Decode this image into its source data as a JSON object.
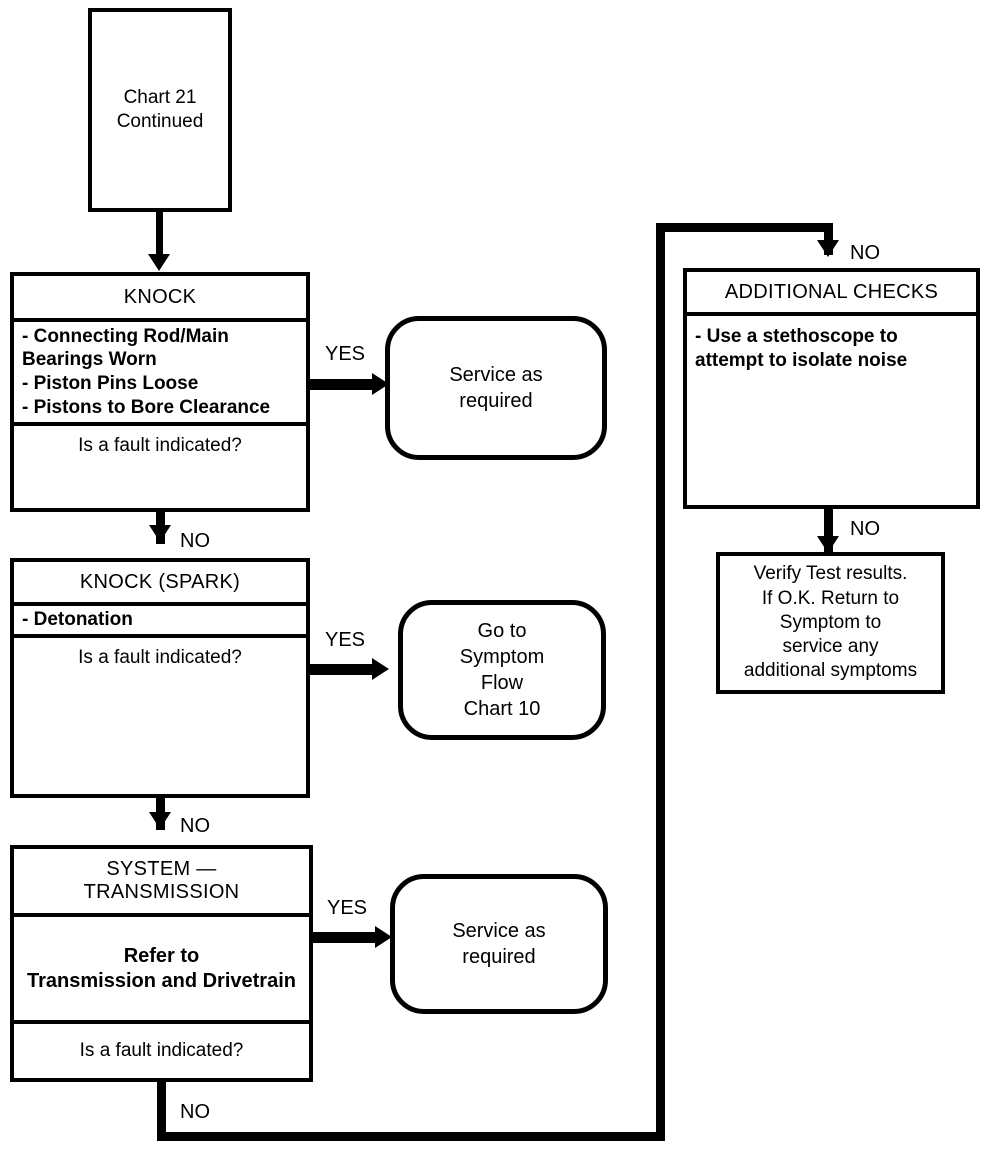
{
  "chart": {
    "title": "Chart 21 Continued",
    "nodes": {
      "continued": {
        "label": "Chart 21\nContinued"
      },
      "knock": {
        "title": "KNOCK",
        "items": "- Connecting Rod/Main\n   Bearings Worn\n- Piston Pins Loose\n- Pistons to Bore Clearance",
        "question": "Is a fault indicated?"
      },
      "knock_spark": {
        "title": "KNOCK (SPARK)",
        "items": "- Detonation",
        "question": "Is a fault indicated?"
      },
      "system_transmission": {
        "title": "SYSTEM —\nTRANSMISSION",
        "refer": "Refer to\nTransmission and Drivetrain",
        "question": "Is a fault indicated?"
      },
      "service_required_1": {
        "label": "Service as\nrequired"
      },
      "go_to_symptom_flow": {
        "label": "Go to\nSymptom\nFlow\nChart 10"
      },
      "service_required_2": {
        "label": "Service as\nrequired"
      },
      "additional_checks": {
        "title": "ADDITIONAL CHECKS",
        "items": "- Use a stethoscope to\n   attempt to isolate noise"
      },
      "verify": {
        "label": "Verify Test results.\nIf O.K. Return to\nSymptom to\nservice any\nadditional symptoms"
      }
    },
    "edges": {
      "knock_yes": "YES",
      "knock_no": "NO",
      "spark_yes": "YES",
      "spark_no": "NO",
      "transmission_yes": "YES",
      "transmission_no": "NO",
      "additional_checks_in_no": "NO",
      "verify_in_no": "NO"
    },
    "colors": {
      "stroke": "#000000",
      "background": "#ffffff"
    }
  }
}
